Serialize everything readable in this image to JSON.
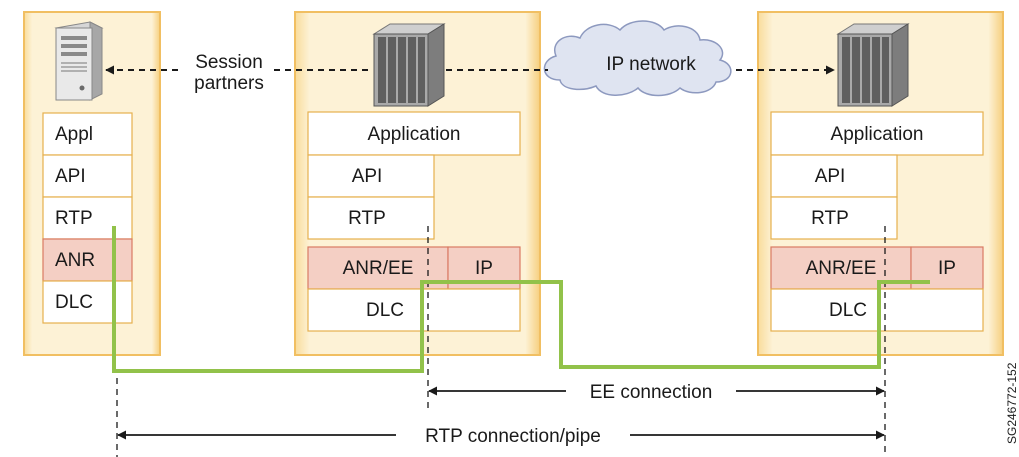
{
  "colors": {
    "panel_fill": "#fdefc8",
    "panel_border": "#f4c46a",
    "layer_fill": "#ffffff",
    "layer_border": "#e6b04e",
    "anr_fill": "#f4cfc4",
    "anr_border": "#d97a63",
    "route_line": "#92c24a",
    "cloud_fill": "#dde3f0",
    "cloud_border": "#8f9bbf"
  },
  "labels": {
    "session_line1": "Session",
    "session_line2": "partners",
    "ip_network": "IP network",
    "ee_connection": "EE connection",
    "rtp_connection": "RTP connection/pipe",
    "figure_id": "SG246772-152"
  },
  "nodes": [
    {
      "device": "pc-tower",
      "layers": [
        "Appl",
        "API",
        "RTP",
        "ANR",
        "DLC"
      ]
    },
    {
      "device": "server-rack",
      "layers": [
        "Application",
        "API",
        "RTP",
        "ANR/EE",
        "IP",
        "DLC"
      ]
    },
    {
      "device": "server-rack",
      "layers": [
        "Application",
        "API",
        "RTP",
        "ANR/EE",
        "IP",
        "DLC"
      ]
    }
  ]
}
